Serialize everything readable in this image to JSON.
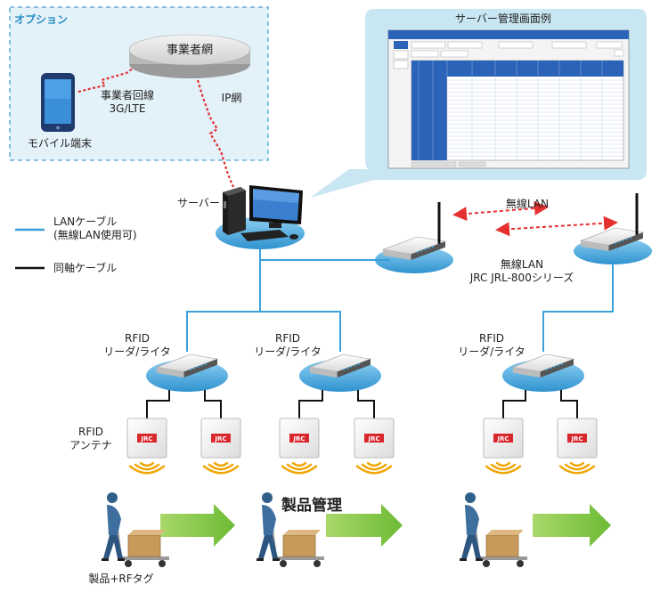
{
  "option_box": {
    "title": "オプション"
  },
  "carrier_network": {
    "label": "事業者網"
  },
  "carrier_line": {
    "line1": "事業者回線",
    "line2": "3G/LTE"
  },
  "ip_network": {
    "label": "IP網"
  },
  "mobile": {
    "label": "モバイル端末"
  },
  "server_screen": {
    "title": "サーバー管理画面例"
  },
  "server": {
    "label": "サーバー"
  },
  "wireless_lan": {
    "label": "無線LAN"
  },
  "legend": {
    "lan_line1": "LANケーブル",
    "lan_line2": "(無線LAN使用可)",
    "coax": "同軸ケーブル",
    "lan_color": "#3aa0d8",
    "coax_color": "#111111"
  },
  "ap_series": {
    "line1": "無線LAN",
    "line2": "JRC JRL-800シリーズ"
  },
  "readers": [
    {
      "line1": "RFID",
      "line2": "リーダ/ライタ"
    },
    {
      "line1": "RFID",
      "line2": "リーダ/ライタ"
    },
    {
      "line1": "RFID",
      "line2": "リーダ/ライタ"
    }
  ],
  "antenna": {
    "line1": "RFID",
    "line2": "アンテナ",
    "logo": "JRC"
  },
  "product_mgmt": {
    "label": "製品管理"
  },
  "product_tag": {
    "label": "製品+RFタグ"
  },
  "colors": {
    "accent_blue": "#3aa0d8",
    "red_link": "#e53030",
    "arrow_green": "#7cc242",
    "jrc_red": "#d9272e"
  }
}
